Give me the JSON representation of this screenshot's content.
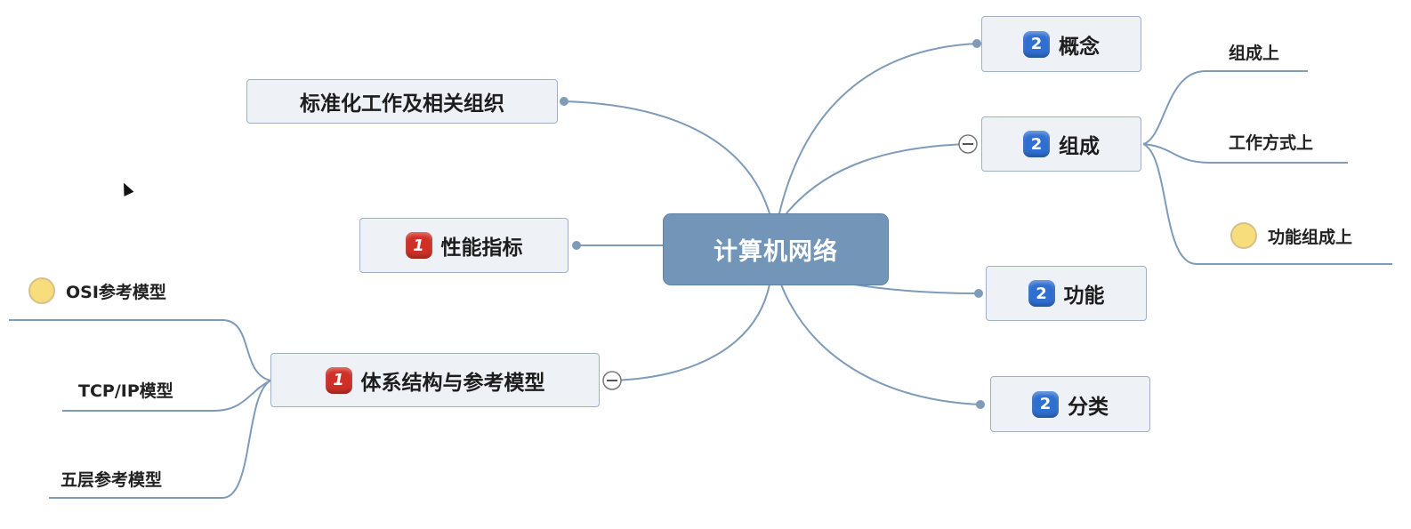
{
  "center": {
    "label": "计算机网络"
  },
  "left_nodes": {
    "standards": {
      "label": "标准化工作及相关组织"
    },
    "performance": {
      "label": "性能指标",
      "badge": "1"
    },
    "architecture": {
      "label": "体系结构与参考模型",
      "badge": "1",
      "children": [
        "OSI参考模型",
        "TCP/IP模型",
        "五层参考模型"
      ]
    }
  },
  "right_nodes": {
    "concept": {
      "label": "概念",
      "badge": "2"
    },
    "composition": {
      "label": "组成",
      "badge": "2",
      "children": [
        "组成上",
        "工作方式上",
        "功能组成上"
      ]
    },
    "function": {
      "label": "功能",
      "badge": "2"
    },
    "classification": {
      "label": "分类",
      "badge": "2"
    }
  },
  "colors": {
    "link": "#7f9bb8",
    "center_fill": "#7396b8",
    "node_fill": "#eef1f6",
    "badge_blue": "#2f6fd1",
    "badge_red": "#cf2f26",
    "marker": "#f7dd7c"
  },
  "icons": [
    "collapse-icon",
    "priority-badge",
    "smiley-marker-icon",
    "mouse-cursor-icon"
  ]
}
